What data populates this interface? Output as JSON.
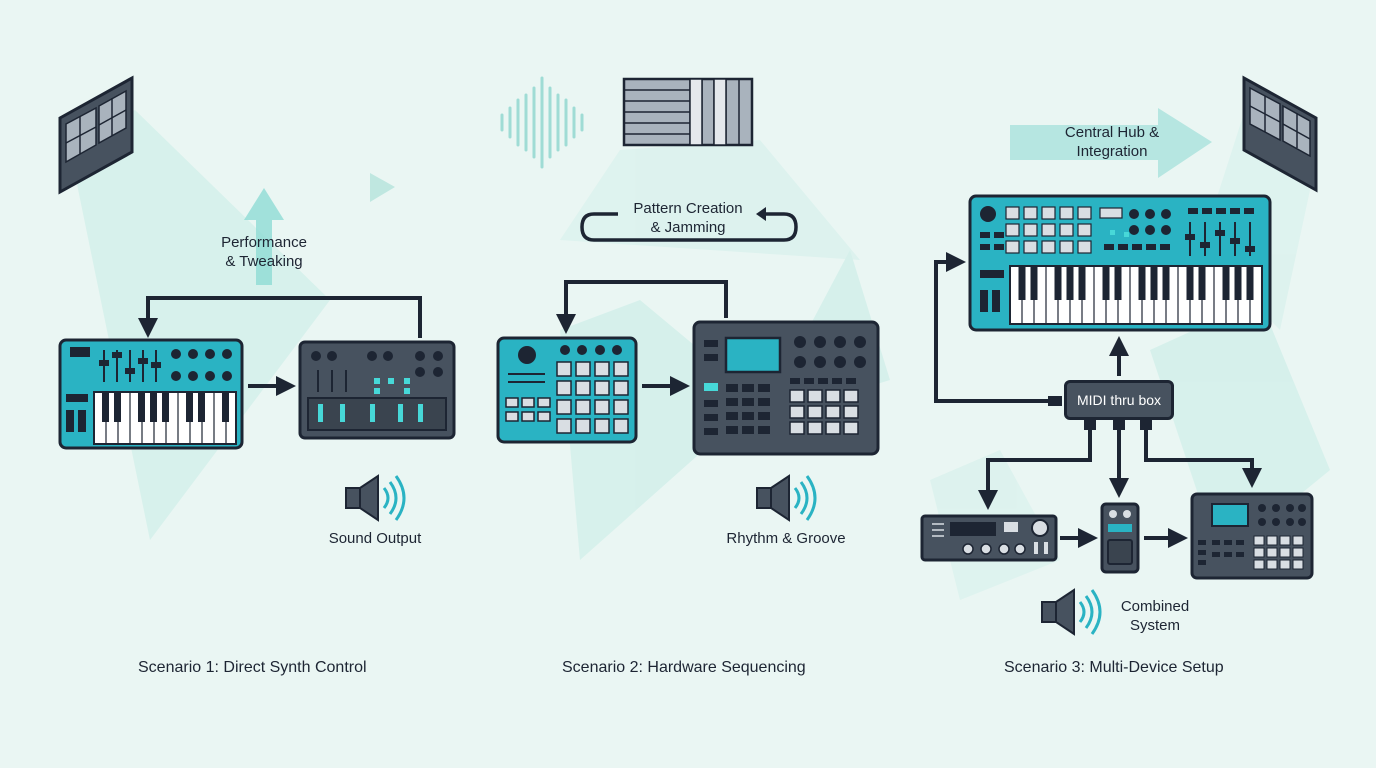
{
  "colors": {
    "background": "#eaf6f3",
    "teal": "#2ab3c3",
    "dark": "#47525f",
    "outline": "#1d2533",
    "pad_light": "#d9dee3",
    "accent": "#47d8d8"
  },
  "labels": {
    "performance": [
      "Performance",
      "& Tweaking"
    ],
    "sound_output": "Sound Output",
    "pattern": [
      "Pattern Creation",
      "& Jamming"
    ],
    "rhythm": "Rhythm & Groove",
    "central_hub": [
      "Central Hub &",
      "Integration"
    ],
    "midi_thru": "MIDI thru box",
    "combined": [
      "Combined",
      "System"
    ]
  },
  "captions": {
    "s1": "Scenario 1: Direct Synth Control",
    "s2": "Scenario 2: Hardware Sequencing",
    "s3": "Scenario 3: Multi-Device Setup"
  },
  "icons": [
    "speaker-icon",
    "sound-wave-icon",
    "grid-panel-icon",
    "keyboard-icon",
    "synth-module-icon",
    "pad-controller-icon",
    "drum-machine-icon",
    "rack-unit-icon",
    "effects-pedal-icon",
    "arrow-icon"
  ]
}
